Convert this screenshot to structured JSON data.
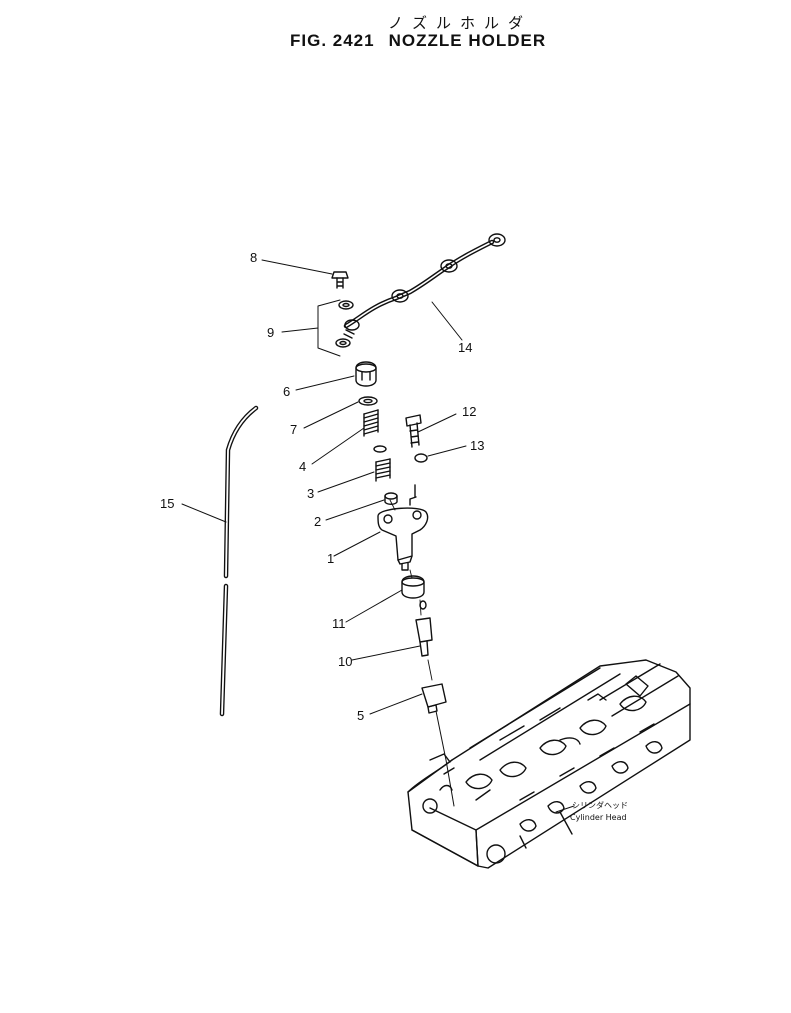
{
  "figure": {
    "title_jp": "ノズルホルダ",
    "fig_number": "FIG. 2421",
    "title_en": "NOZZLE HOLDER"
  },
  "callouts": [
    "1",
    "2",
    "3",
    "4",
    "5",
    "6",
    "7",
    "8",
    "9",
    "10",
    "11",
    "12",
    "13",
    "14",
    "15"
  ],
  "annotation": {
    "jp": "シリンダヘッド",
    "en": "Cylinder Head"
  }
}
